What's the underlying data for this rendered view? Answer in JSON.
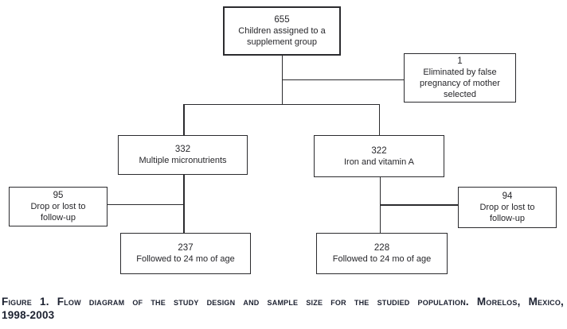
{
  "figure": {
    "boxes": {
      "assigned": {
        "value": "655",
        "label": "Children assigned to a\nsupplement group"
      },
      "eliminated": {
        "value": "1",
        "label": "Eliminated by false\npregnancy of mother\nselected"
      },
      "micronutrients": {
        "value": "332",
        "label": "Multiple micronutrients"
      },
      "iron": {
        "value": "322",
        "label": "Iron and vitamin A"
      },
      "drop_left": {
        "value": "95",
        "label": "Drop or lost to\nfollow-up"
      },
      "drop_right": {
        "value": "94",
        "label": "Drop or lost to\nfollow-up"
      },
      "followed_left": {
        "value": "237",
        "label": "Followed to 24 mo of age"
      },
      "followed_right": {
        "value": "228",
        "label": "Followed to 24 mo of age"
      }
    },
    "caption": {
      "line1": "Figure 1. Flow diagram of the study design and sample size for the studied population. Morelos, Mexico,",
      "line2": "1998-2003"
    },
    "colors": {
      "box_border": "#2b2b2e",
      "box_text": "#26262a",
      "connector": "#2b2b2e",
      "caption_text": "#1c2130",
      "background": "#ffffff"
    }
  }
}
